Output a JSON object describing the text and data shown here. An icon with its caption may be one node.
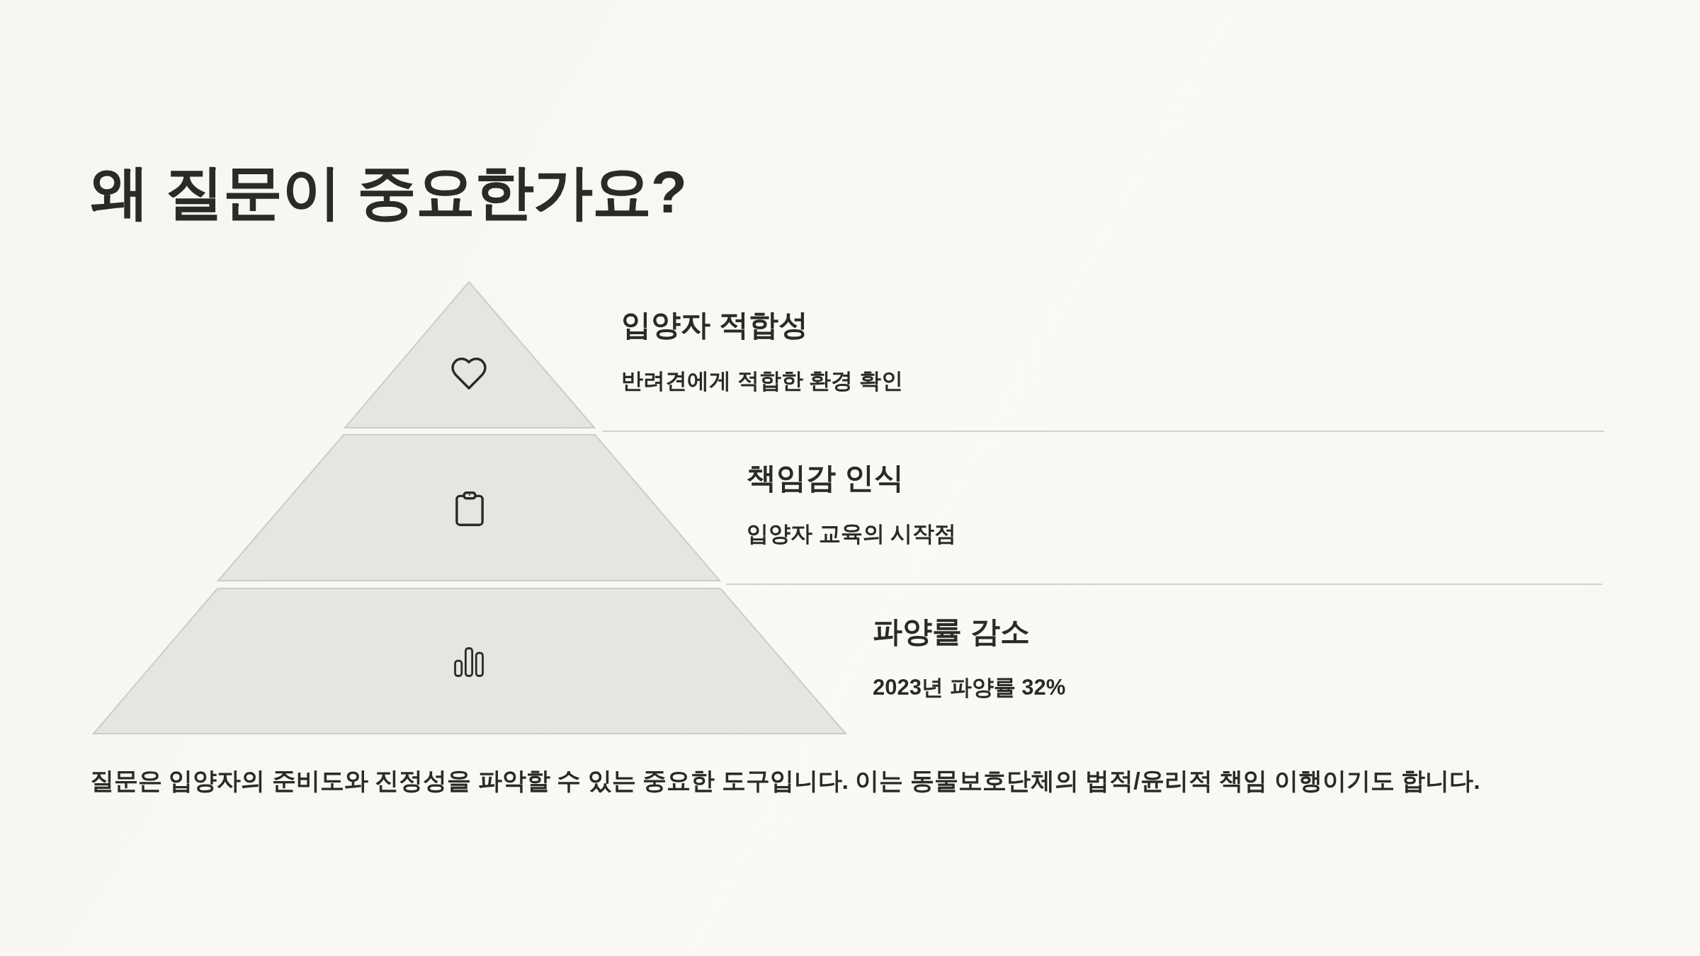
{
  "diagram": {
    "title": "왜 질문이 중요한가요?",
    "nodes": [
      {
        "text": [
          "입양자 적합성",
          "반려견에게 적합한 환경 확인"
        ]
      },
      {
        "text": [
          "책임감 인식",
          "입양자 교육의 시작점"
        ]
      },
      {
        "text": [
          "파양률 감소",
          "2023년 파양률 32%"
        ]
      }
    ],
    "labels": [
      "질문은 입양자의 준비도와 진정성을 파악할 수 있는 중요한 도구입니다. 이는 동물보호단체의 법적/윤리적 책임 이행이기도 합니다."
    ]
  }
}
